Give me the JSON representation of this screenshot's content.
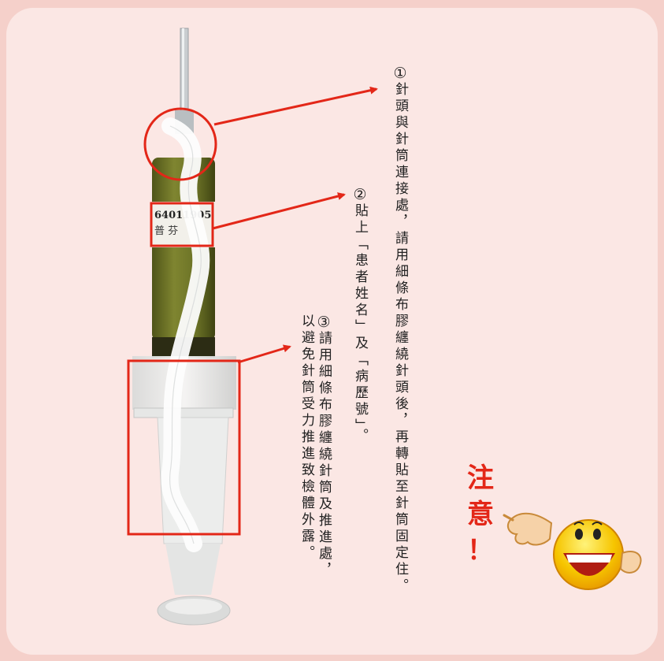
{
  "colors": {
    "background": "#f5d0ca",
    "card": "#fbe7e4",
    "highlight_red": "#e32718",
    "smiley_yellow": "#f6c500"
  },
  "syringe_label": {
    "code": "64011905",
    "name": "普  芬"
  },
  "notes": [
    {
      "number": "①",
      "text": "針頭與針筒連接處，請用細條布膠纏繞針頭後，再轉貼至針筒固定住。"
    },
    {
      "number": "②",
      "text": "貼上「患者姓名」及「病歷號」。"
    },
    {
      "number": "③",
      "text_line1": "請用細條布膠纏繞針筒及推進處，",
      "text_line2": "以避免針筒受力推進致檢體外露。"
    }
  ],
  "caution": {
    "char1": "注",
    "char2": "意",
    "char3": "！"
  },
  "icons": {
    "mascot": "pointing-smiley-icon",
    "arrow": "red-arrow-icon"
  }
}
